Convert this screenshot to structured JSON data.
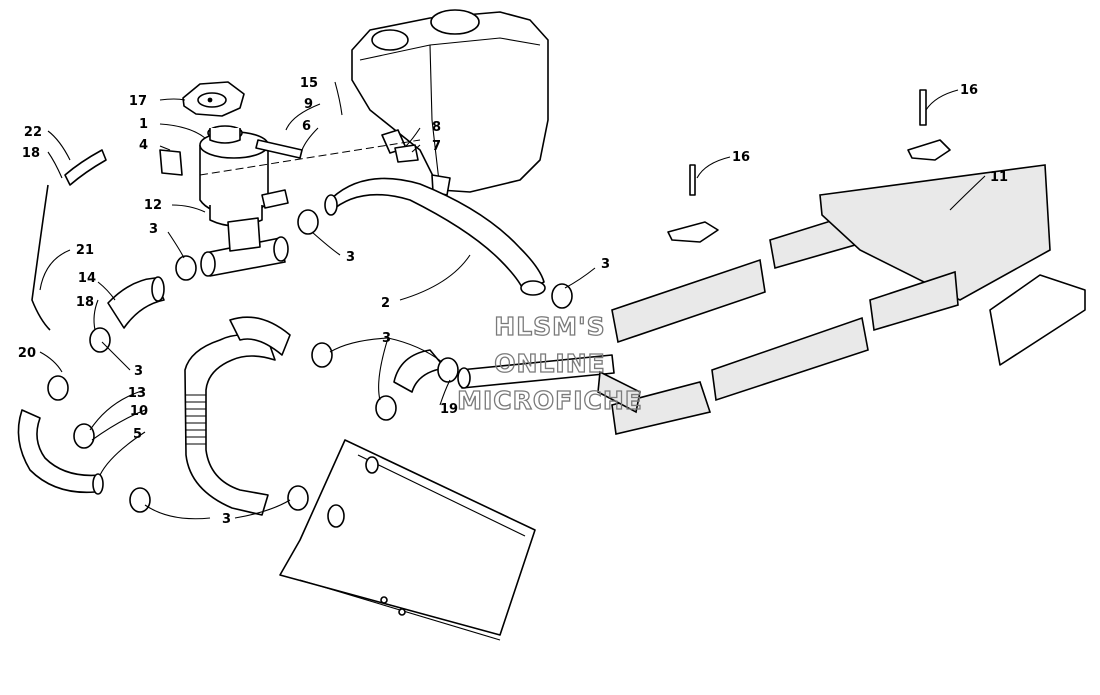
{
  "diagram": {
    "callouts": {
      "c1": "1",
      "c2": "2",
      "c3a": "3",
      "c3b": "3",
      "c3c": "3",
      "c3d": "3",
      "c3e": "3",
      "c3f": "3",
      "c4": "4",
      "c5": "5",
      "c6": "6",
      "c7": "7",
      "c8": "8",
      "c9": "9",
      "c10": "10",
      "c11": "11",
      "c12": "12",
      "c13": "13",
      "c14": "14",
      "c15": "15",
      "c16a": "16",
      "c16b": "16",
      "c17": "17",
      "c18a": "18",
      "c18b": "18",
      "c19": "19",
      "c20": "20",
      "c21": "21",
      "c22": "22"
    },
    "watermark": [
      "HLSM'S",
      "ONLINE",
      "MICROFICHE"
    ],
    "watermark_color": "#7a7a7a"
  }
}
